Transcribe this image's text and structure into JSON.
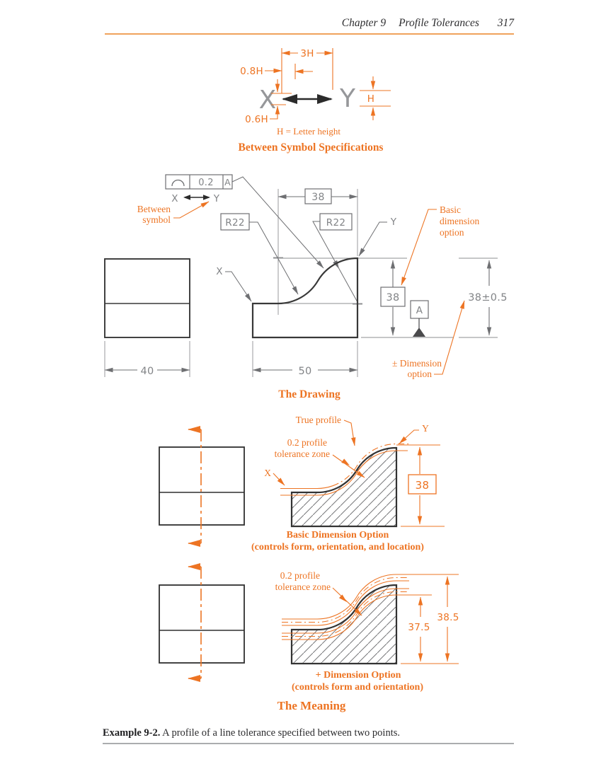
{
  "colors": {
    "accent_orange": "#ed7423",
    "rule_orange": "#f0a25c",
    "line_gray": "#6e6f72",
    "text_gray": "#828487",
    "ink": "#383838"
  },
  "header": {
    "chapter": "Chapter 9",
    "title": "Profile Tolerances",
    "page": "317"
  },
  "fig1": {
    "dim_3h": "3H",
    "dim_08h": "0.8H",
    "dim_06h": "0.6H",
    "dim_h": "H",
    "x": "X",
    "y": "Y",
    "note": "H = Letter height",
    "heading": "Between Symbol Specifications"
  },
  "fig2": {
    "fcf_tolerance": "0.2",
    "fcf_datum": "A",
    "between_x": "X",
    "between_y": "Y",
    "between_label_1": "Between",
    "between_label_2": "symbol",
    "r22_left": "R22",
    "r22_right": "R22",
    "dim_38_top": "38",
    "dim_38_box": "38",
    "datum_flag": "A",
    "dim_38_pm": "38±0.5",
    "dim_40": "40",
    "dim_50": "50",
    "x": "X",
    "y": "Y",
    "basic_label_1": "Basic",
    "basic_label_2": "dimension",
    "basic_label_3": "option",
    "pm_label_1": "± Dimension",
    "pm_label_2": "option",
    "heading": "The Drawing"
  },
  "fig3": {
    "true_profile": "True profile",
    "zone_label_1": "0.2 profile",
    "zone_label_2": "tolerance zone",
    "x": "X",
    "y": "Y",
    "dim_38": "38",
    "heading_1": "Basic Dimension Option",
    "heading_2": "(controls form, orientation, and location)"
  },
  "fig4": {
    "zone_label_1": "0.2 profile",
    "zone_label_2": "tolerance zone",
    "dim_375": "37.5",
    "dim_385": "38.5",
    "heading_1": "+ Dimension Option",
    "heading_2": "(controls form and orientation)"
  },
  "meaning_heading": "The Meaning",
  "caption": {
    "bold": "Example 9-2.",
    "text": " A profile of a line tolerance specified between two points."
  }
}
